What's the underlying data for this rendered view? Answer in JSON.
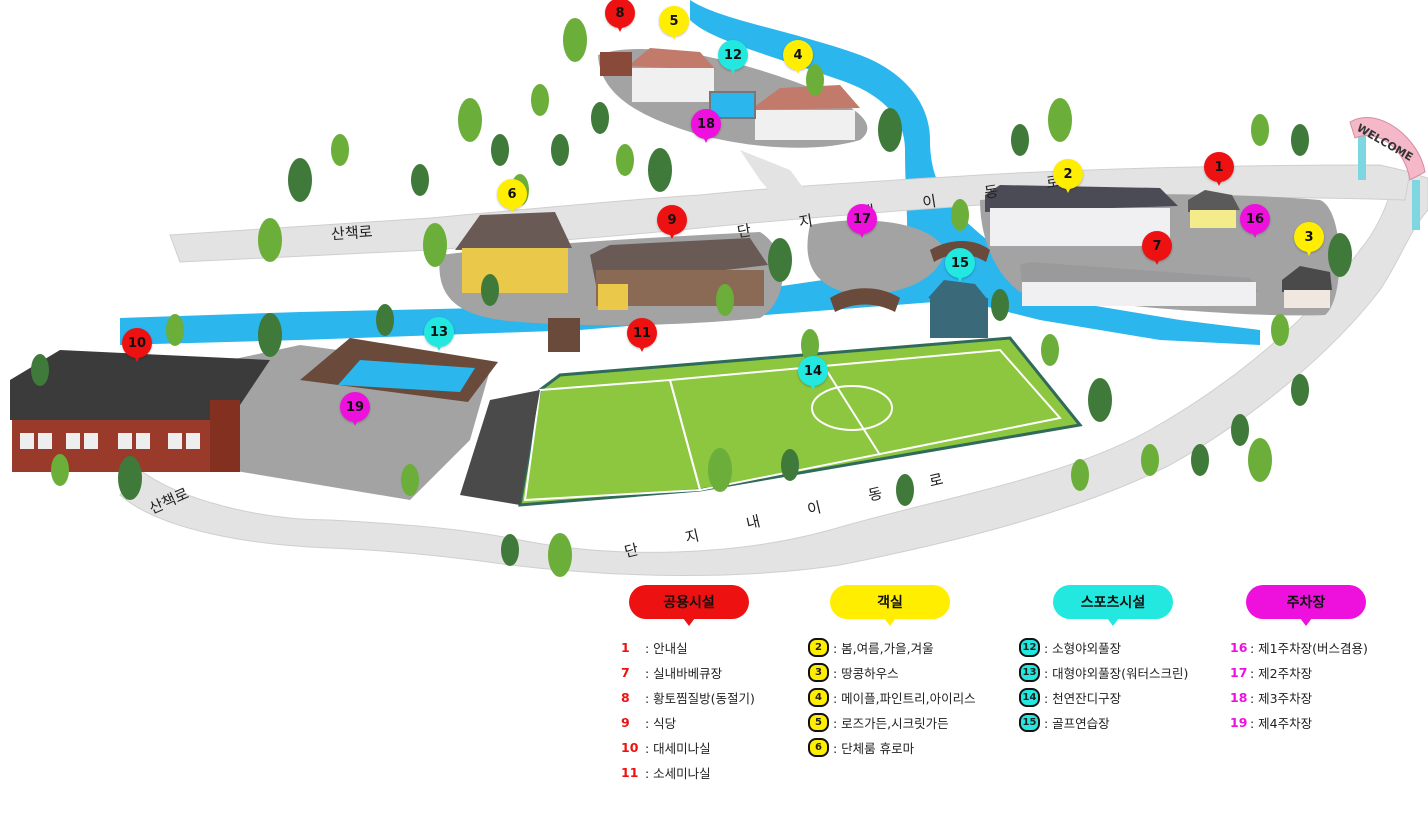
{
  "map": {
    "road_labels": [
      {
        "id": "walk-top",
        "text": "산책로"
      },
      {
        "id": "walk-left",
        "text": "산책로"
      },
      {
        "id": "inner-top",
        "text": "단 지 내 이 동 로"
      },
      {
        "id": "inner-bottom",
        "text": "단 지 내 이 동 로"
      }
    ],
    "welcome_sign": "WELCOME",
    "markers": [
      {
        "n": "1",
        "cat": "public"
      },
      {
        "n": "2",
        "cat": "room"
      },
      {
        "n": "3",
        "cat": "room"
      },
      {
        "n": "4",
        "cat": "room"
      },
      {
        "n": "5",
        "cat": "room"
      },
      {
        "n": "6",
        "cat": "room"
      },
      {
        "n": "7",
        "cat": "public"
      },
      {
        "n": "8",
        "cat": "public"
      },
      {
        "n": "9",
        "cat": "public"
      },
      {
        "n": "10",
        "cat": "public"
      },
      {
        "n": "11",
        "cat": "public"
      },
      {
        "n": "12",
        "cat": "sports"
      },
      {
        "n": "13",
        "cat": "sports"
      },
      {
        "n": "14",
        "cat": "sports"
      },
      {
        "n": "15",
        "cat": "sports"
      },
      {
        "n": "16",
        "cat": "parking"
      },
      {
        "n": "17",
        "cat": "parking"
      },
      {
        "n": "18",
        "cat": "parking"
      },
      {
        "n": "19",
        "cat": "parking"
      }
    ]
  },
  "colors": {
    "public": "#ee1111",
    "room": "#ffee00",
    "sports": "#22e8e0",
    "parking": "#ee11dd",
    "road": "#e3e3e3",
    "water": "#2bb6ee",
    "grass": "#8dc63f",
    "lot": "#a3a3a3"
  },
  "legend": [
    {
      "id": "public",
      "title": "공용시설",
      "style": "plain",
      "items": [
        {
          "n": "1",
          "sep": "  : ",
          "label": "안내실"
        },
        {
          "n": "7",
          "sep": "  : ",
          "label": "실내바베큐장"
        },
        {
          "n": "8",
          "sep": "  : ",
          "label": "황토찜질방(동절기)"
        },
        {
          "n": "9",
          "sep": "  : ",
          "label": "식당"
        },
        {
          "n": "10",
          "sep": " : ",
          "label": "대세미나실"
        },
        {
          "n": "11",
          "sep": " : ",
          "label": "소세미나실"
        }
      ]
    },
    {
      "id": "room",
      "title": "객실",
      "style": "badge",
      "items": [
        {
          "n": "2",
          "sep": " : ",
          "label": "봄,여름,가을,겨울"
        },
        {
          "n": "3",
          "sep": " : ",
          "label": "땅콩하우스"
        },
        {
          "n": "4",
          "sep": " : ",
          "label": "메이플,파인트리,아이리스"
        },
        {
          "n": "5",
          "sep": " : ",
          "label": "로즈가든,시크릿가든"
        },
        {
          "n": "6",
          "sep": " : ",
          "label": "단체룸 휴로마"
        }
      ]
    },
    {
      "id": "sports",
      "title": "스포츠시설",
      "style": "badge",
      "items": [
        {
          "n": "12",
          "sep": " : ",
          "label": "소형야외풀장"
        },
        {
          "n": "13",
          "sep": " : ",
          "label": "대형야외풀장(워터스크린)"
        },
        {
          "n": "14",
          "sep": " : ",
          "label": "천연잔디구장"
        },
        {
          "n": "15",
          "sep": " : ",
          "label": "골프연습장"
        }
      ]
    },
    {
      "id": "parking",
      "title": "주차장",
      "style": "plain",
      "items": [
        {
          "n": "16",
          "sep": " : ",
          "label": "제1주차장(버스겸용)"
        },
        {
          "n": "17",
          "sep": " : ",
          "label": "제2주차장"
        },
        {
          "n": "18",
          "sep": " : ",
          "label": "제3주차장"
        },
        {
          "n": "19",
          "sep": " : ",
          "label": "제4주차장"
        }
      ]
    }
  ]
}
